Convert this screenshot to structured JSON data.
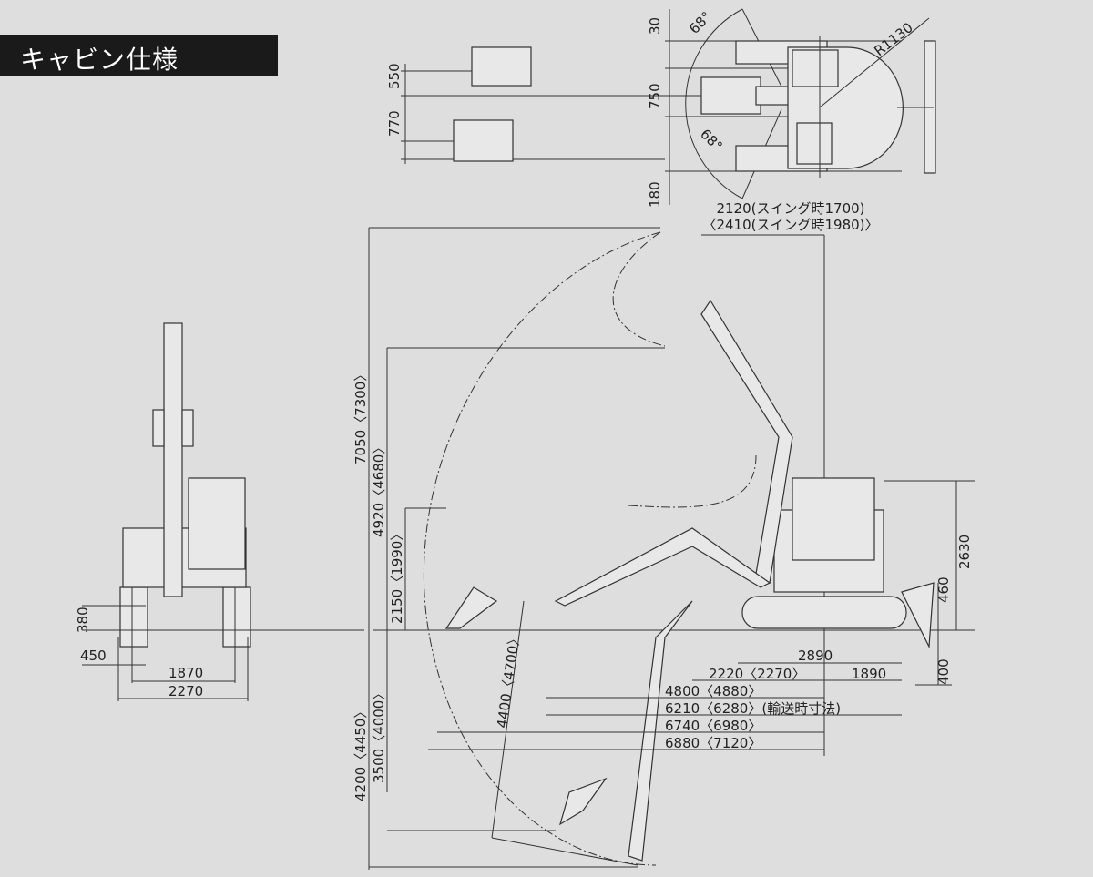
{
  "title": "キャビン仕様",
  "top_view": {
    "dim_30": "30",
    "dim_750": "750",
    "dim_180": "180",
    "dim_550": "550",
    "dim_770": "770",
    "angle_upper": "68°",
    "angle_lower": "68°",
    "radius": "R1130",
    "swing_width_1": "2120(スイング時1700)",
    "swing_width_2": "〈2410(スイング時1980)〉"
  },
  "side_view": {
    "max_height": "7050〈7300〉",
    "max_dump_height": "4920〈4680〉",
    "blade_lift": "2150〈1990〉",
    "max_dig_depth": "4200〈4450〉",
    "vertical_wall_depth": "3500〈4000〉",
    "dig_depth_angle": "4400〈4700〉",
    "cab_height": "2630",
    "blade_height": "460",
    "blade_depth": "400",
    "dim_2890": "2890",
    "dim_2220": "2220〈2270〉",
    "dim_1890": "1890",
    "dim_4800": "4800〈4880〉",
    "dim_6210": "6210〈6280〉(輸送時寸法)",
    "dim_6740": "6740〈6980〉",
    "dim_6880": "6880〈7120〉"
  },
  "front_view": {
    "ground_clearance": "380",
    "shoe_width": "450",
    "track_gauge": "1870",
    "overall_width": "2270"
  }
}
